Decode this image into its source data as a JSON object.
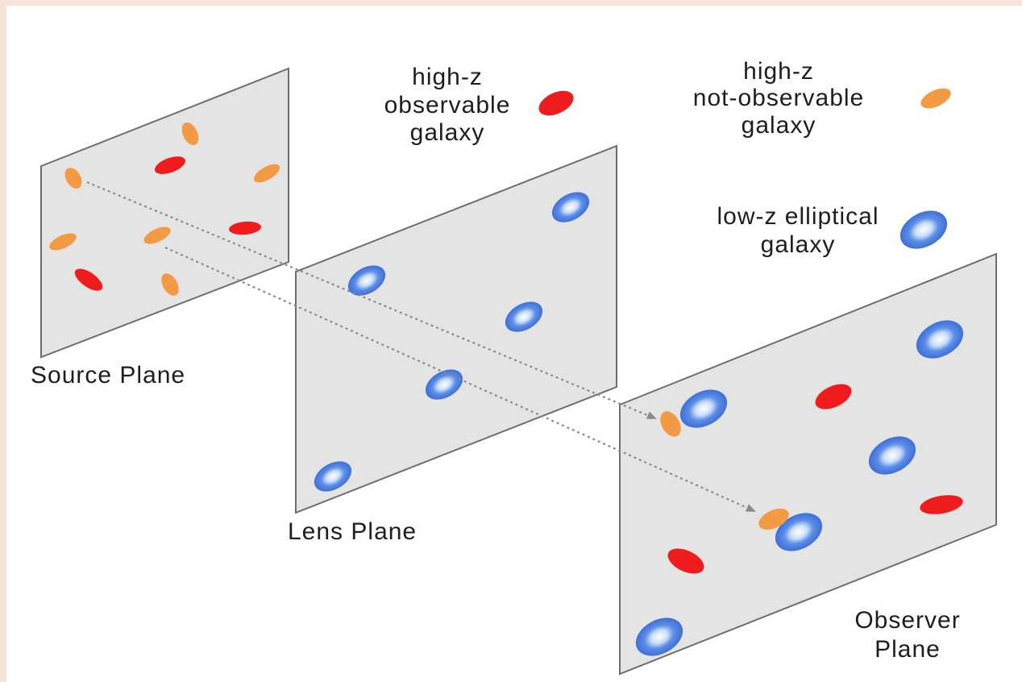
{
  "planes": {
    "source": "Source Plane",
    "lens": "Lens Plane",
    "observer_line1": "Observer",
    "observer_line2": "Plane"
  },
  "legend": {
    "observable": {
      "line1": "high-z",
      "line2": "observable",
      "line3": "galaxy",
      "color": "#ee1c1c"
    },
    "not_observable": {
      "line1": "high-z",
      "line2": "not-observable",
      "line3": "galaxy",
      "color": "#f39a45"
    },
    "elliptical": {
      "line1": "low-z elliptical",
      "line2": "galaxy",
      "color": "#4a7fe0",
      "core_color": "#dfeeff"
    }
  }
}
